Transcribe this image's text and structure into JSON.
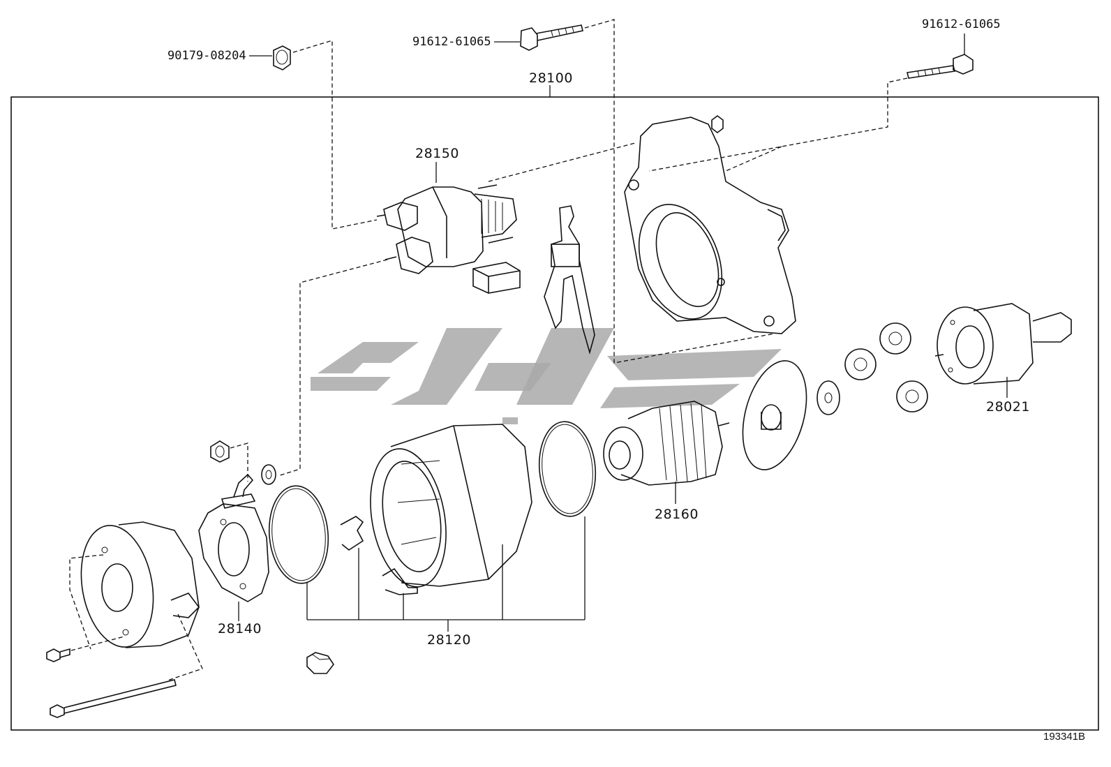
{
  "figure_id": "193341B",
  "watermark": "watermark-logo",
  "parts": {
    "nut_top": "90179-08204",
    "bolt_top": "91612-61065",
    "bolt_right": "91612-61065",
    "starter_assy": "28100",
    "magnetic_switch": "28150",
    "clutch_sub_assy": "28021",
    "armature": "28160",
    "yoke_assy": "28120",
    "brush_holder": "28140"
  }
}
